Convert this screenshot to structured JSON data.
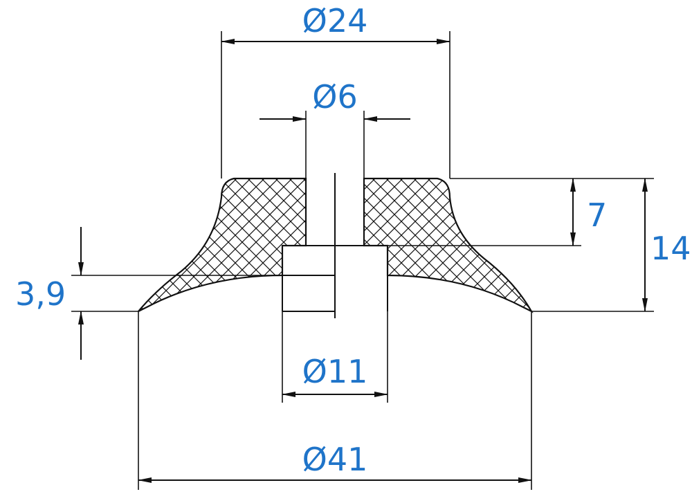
{
  "dimensions": {
    "top_outer_diameter": "Ø24",
    "bore_diameter": "Ø6",
    "inner_recess_diameter": "Ø11",
    "bottom_diameter": "Ø41",
    "neck_height": "7",
    "total_height": "14",
    "lip_height": "3,9"
  },
  "colors": {
    "dimension_text": "#1f74c9",
    "line": "#111111"
  }
}
